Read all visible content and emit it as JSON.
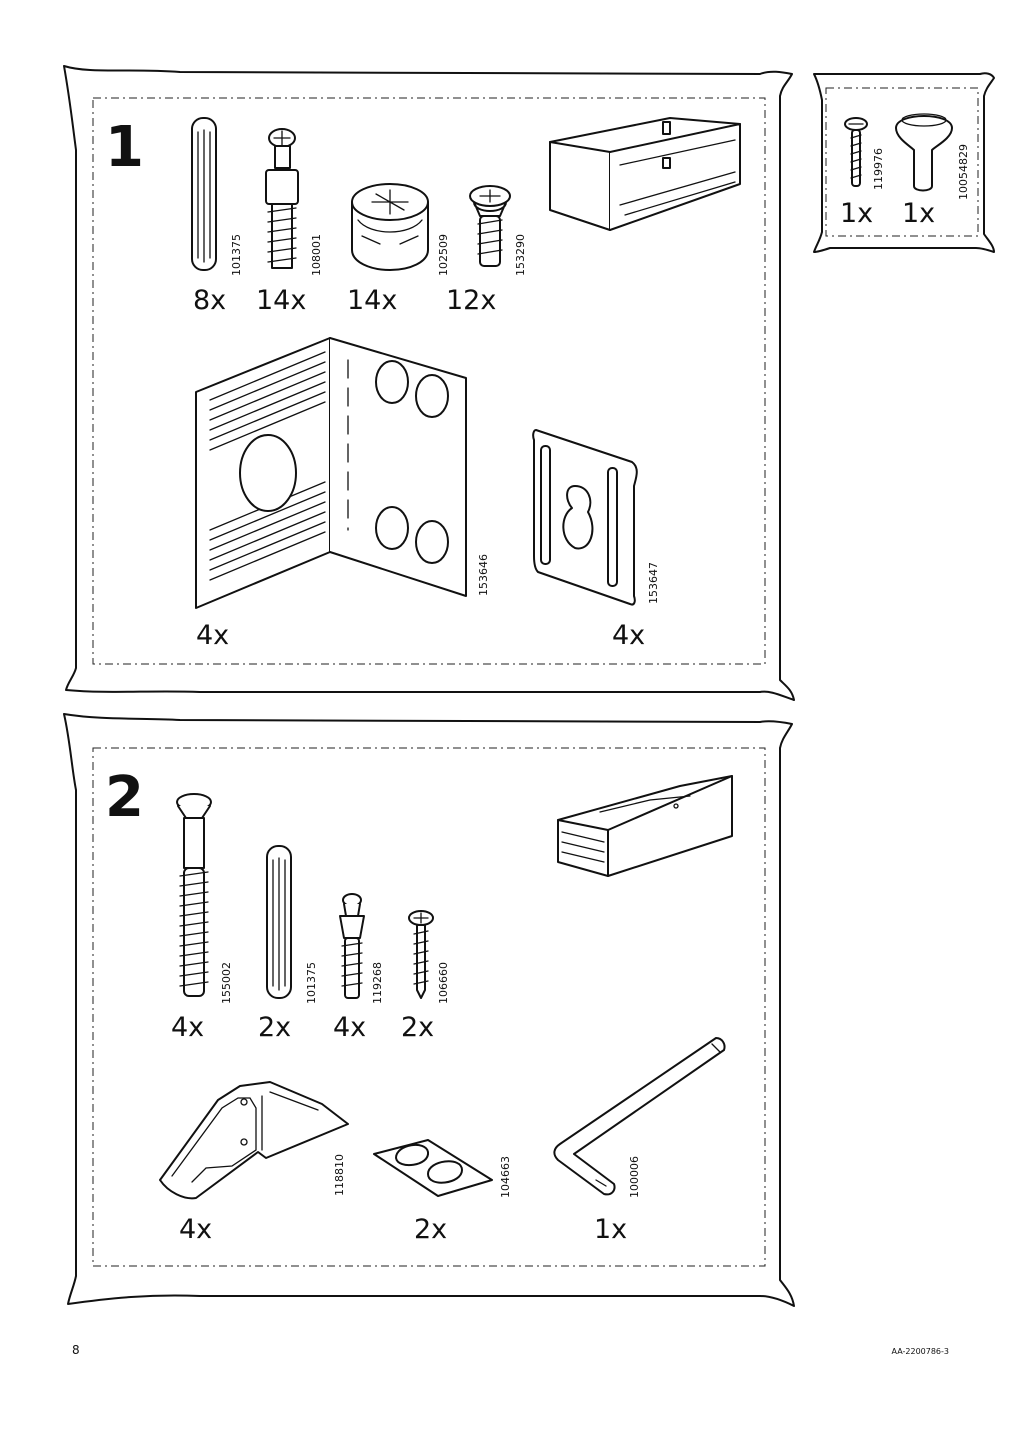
{
  "page": {
    "number": "8",
    "doc_id": "AA-2200786-3"
  },
  "bag1": {
    "step": "1",
    "parts": [
      {
        "code": "101375",
        "qty": "8x",
        "icon": "wooden-dowel"
      },
      {
        "code": "108001",
        "qty": "14x",
        "icon": "cam-bolt"
      },
      {
        "code": "102509",
        "qty": "14x",
        "icon": "cam-lock-nut"
      },
      {
        "code": "153290",
        "qty": "12x",
        "icon": "screw"
      },
      {
        "code": "153646",
        "qty": "4x",
        "icon": "corner-bracket"
      },
      {
        "code": "153647",
        "qty": "4x",
        "icon": "wall-hanging-plate"
      }
    ]
  },
  "small_bag": {
    "parts": [
      {
        "code": "119976",
        "qty": "1x",
        "icon": "knob-screw"
      },
      {
        "code": "10054829",
        "qty": "1x",
        "icon": "knob"
      }
    ]
  },
  "bag2": {
    "step": "2",
    "parts": [
      {
        "code": "155002",
        "qty": "4x",
        "icon": "long-screw"
      },
      {
        "code": "101375",
        "qty": "2x",
        "icon": "wooden-dowel"
      },
      {
        "code": "119268",
        "qty": "4x",
        "icon": "shelf-pin-bolt"
      },
      {
        "code": "106660",
        "qty": "2x",
        "icon": "small-screw"
      },
      {
        "code": "118810",
        "qty": "4x",
        "icon": "drawer-stop-bracket"
      },
      {
        "code": "104663",
        "qty": "2x",
        "icon": "bumper-pads"
      },
      {
        "code": "100006",
        "qty": "1x",
        "icon": "allen-key"
      }
    ]
  }
}
